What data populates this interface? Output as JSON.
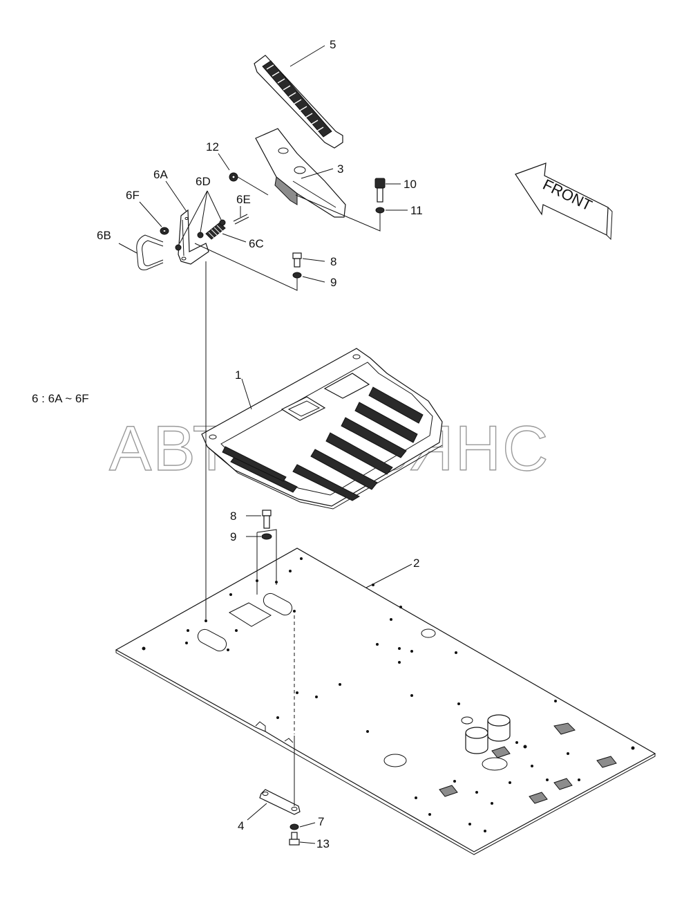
{
  "callouts": {
    "c1": "1",
    "c2": "2",
    "c3": "3",
    "c4": "4",
    "c5": "5",
    "c6a": "6A",
    "c6b": "6B",
    "c6c": "6C",
    "c6d": "6D",
    "c6e": "6E",
    "c6f": "6F",
    "c7": "7",
    "c8_top": "8",
    "c8_mid": "8",
    "c9_top": "9",
    "c9_mid": "9",
    "c10": "10",
    "c11": "11",
    "c12": "12",
    "c13": "13"
  },
  "note": "6 : 6A ~ 6F",
  "front_arrow": "FRONT",
  "watermark": "АВТОАЛЬЯНС"
}
